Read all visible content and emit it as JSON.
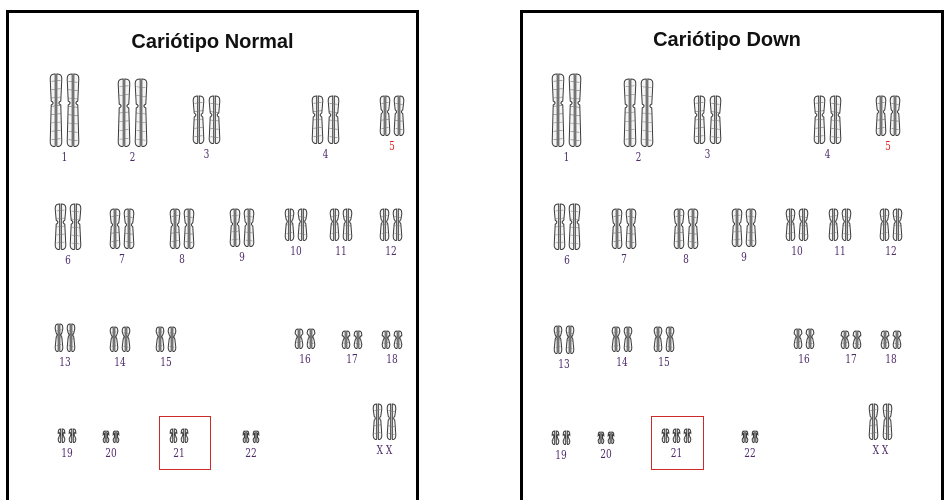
{
  "karyotypes": [
    {
      "id": "normal",
      "title": "Cariótipo Normal",
      "pairs": [
        {
          "label": "1",
          "count": 2
        },
        {
          "label": "2",
          "count": 2
        },
        {
          "label": "3",
          "count": 2
        },
        {
          "label": "4",
          "count": 2
        },
        {
          "label": "5",
          "count": 2
        },
        {
          "label": "6",
          "count": 2
        },
        {
          "label": "7",
          "count": 2
        },
        {
          "label": "8",
          "count": 2
        },
        {
          "label": "9",
          "count": 2
        },
        {
          "label": "10",
          "count": 2
        },
        {
          "label": "11",
          "count": 2
        },
        {
          "label": "12",
          "count": 2
        },
        {
          "label": "13",
          "count": 2
        },
        {
          "label": "14",
          "count": 2
        },
        {
          "label": "15",
          "count": 2
        },
        {
          "label": "16",
          "count": 2
        },
        {
          "label": "17",
          "count": 2
        },
        {
          "label": "18",
          "count": 2
        },
        {
          "label": "19",
          "count": 2
        },
        {
          "label": "20",
          "count": 2
        },
        {
          "label": "21",
          "count": 2
        },
        {
          "label": "22",
          "count": 2
        },
        {
          "label": "X X",
          "count": 2
        }
      ]
    },
    {
      "id": "down",
      "title": "Cariótipo Down",
      "pairs": [
        {
          "label": "1",
          "count": 2
        },
        {
          "label": "2",
          "count": 2
        },
        {
          "label": "3",
          "count": 2
        },
        {
          "label": "4",
          "count": 2
        },
        {
          "label": "5",
          "count": 2
        },
        {
          "label": "6",
          "count": 2
        },
        {
          "label": "7",
          "count": 2
        },
        {
          "label": "8",
          "count": 2
        },
        {
          "label": "9",
          "count": 2
        },
        {
          "label": "10",
          "count": 2
        },
        {
          "label": "11",
          "count": 2
        },
        {
          "label": "12",
          "count": 2
        },
        {
          "label": "13",
          "count": 2
        },
        {
          "label": "14",
          "count": 2
        },
        {
          "label": "15",
          "count": 2
        },
        {
          "label": "16",
          "count": 2
        },
        {
          "label": "17",
          "count": 2
        },
        {
          "label": "18",
          "count": 2
        },
        {
          "label": "19",
          "count": 2
        },
        {
          "label": "20",
          "count": 2
        },
        {
          "label": "21",
          "count": 3
        },
        {
          "label": "22",
          "count": 2
        },
        {
          "label": "X X",
          "count": 2
        }
      ]
    }
  ],
  "colors": {
    "label": "#4d2a6a",
    "highlight_label": "#e0221f",
    "highlight_box": "#cf2a2a",
    "chromosome_stroke": "#3a3a3a"
  },
  "highlighted_pair": "21",
  "red_label_pair": "5"
}
